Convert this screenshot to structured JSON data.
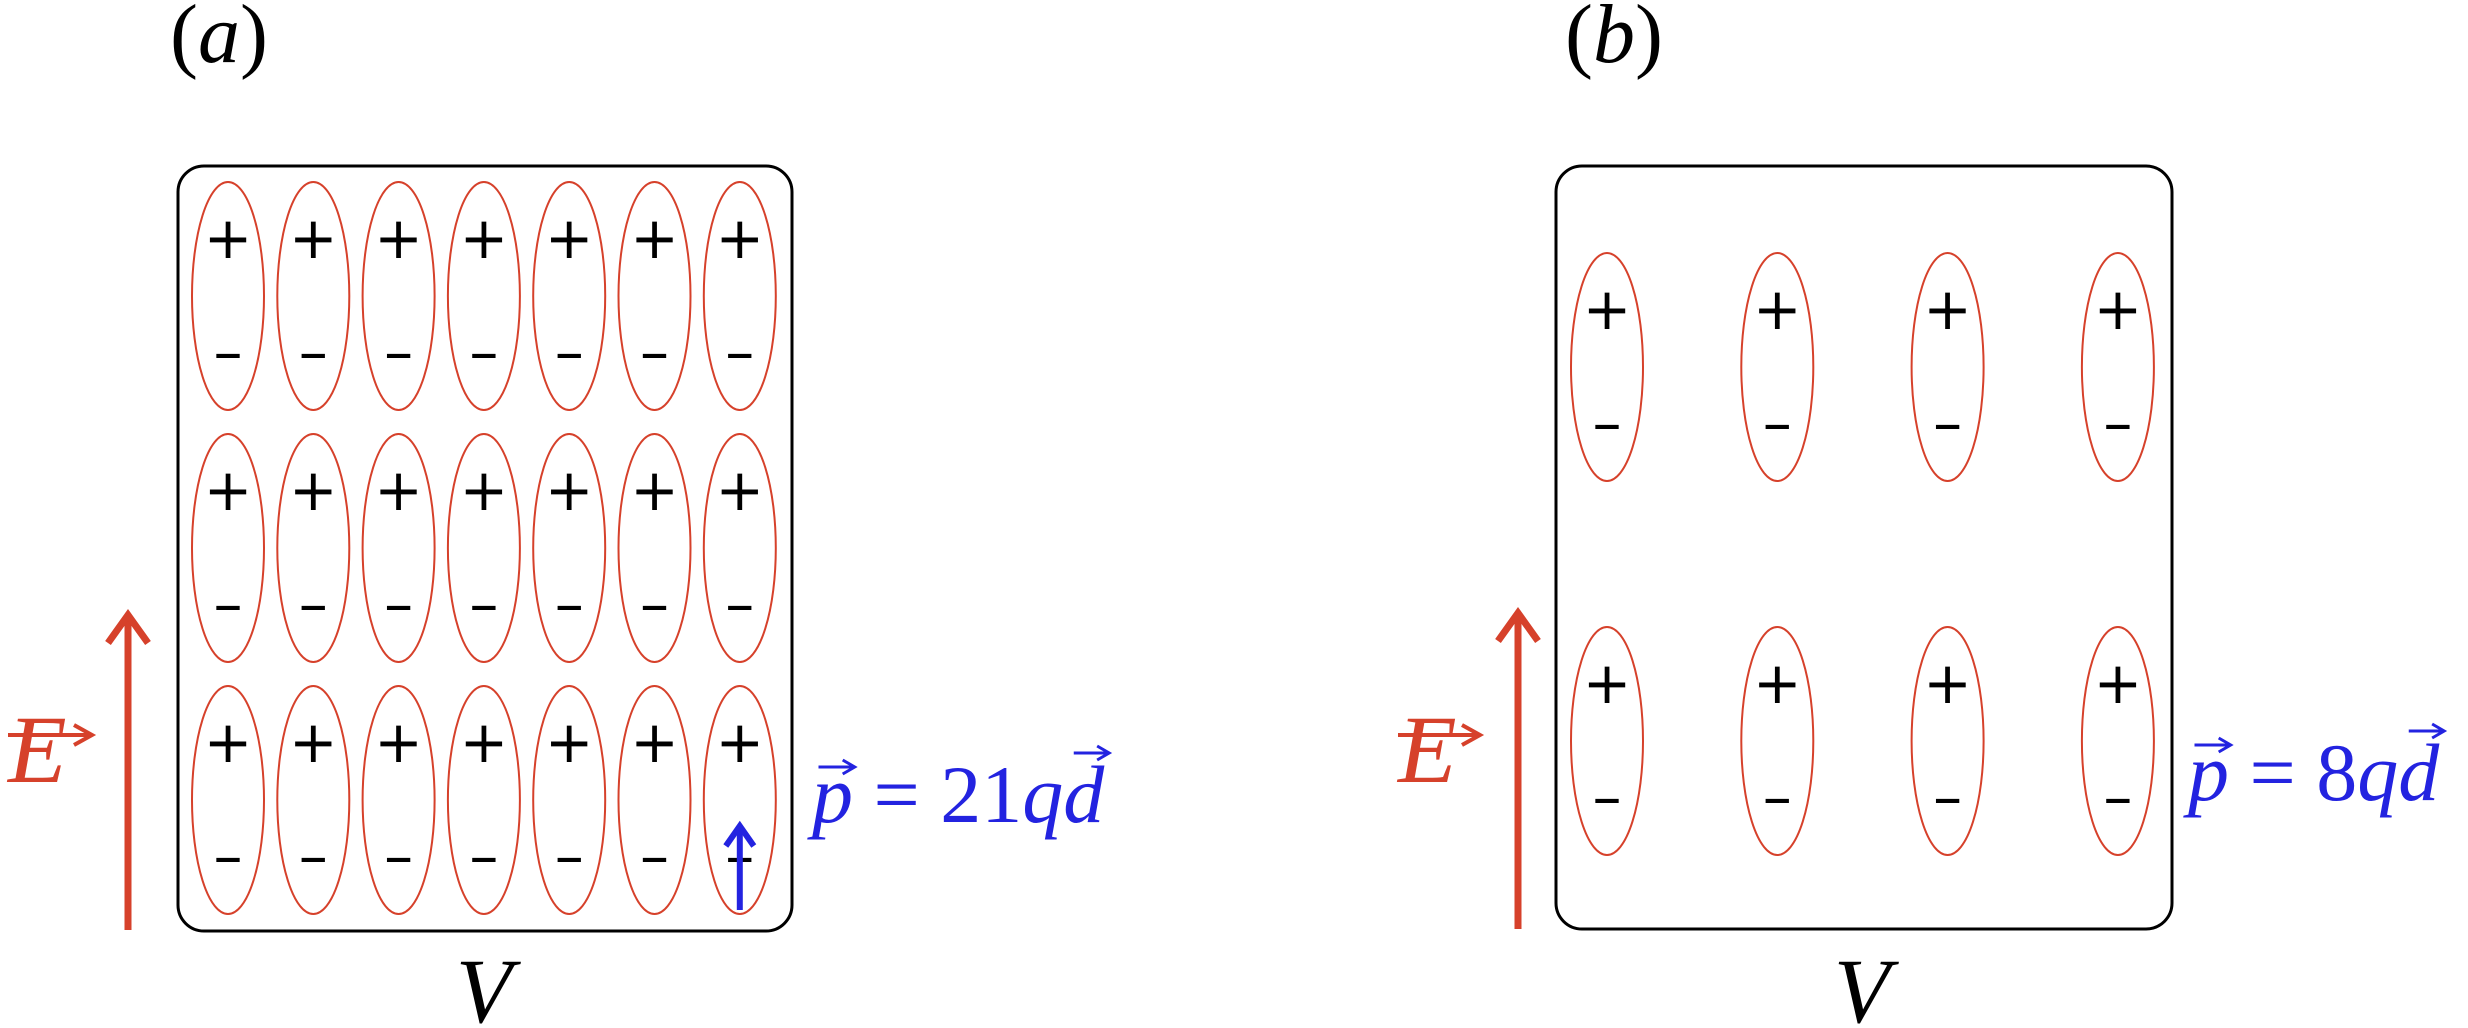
{
  "colors": {
    "field": "#d6412b",
    "dipole_outline": "#d6412b",
    "moment": "#2323e0",
    "ink": "#000000",
    "background": "#ffffff"
  },
  "panels": [
    {
      "id": "a",
      "label": "(a)",
      "label_letter": "a",
      "rows": 3,
      "cols": 7,
      "charge_top": "+",
      "charge_bottom": "–",
      "volume_label": "V",
      "field_label": "E",
      "moment": {
        "p": "p",
        "equals": " = ",
        "coef": "21",
        "q": "q",
        "d": "d"
      },
      "highlight_dipole_moment_arrow": true
    },
    {
      "id": "b",
      "label": "(b)",
      "label_letter": "b",
      "rows": 2,
      "cols": 4,
      "charge_top": "+",
      "charge_bottom": "–",
      "volume_label": "V",
      "field_label": "E",
      "moment": {
        "p": "p",
        "equals": " = ",
        "coef": "8",
        "q": "q",
        "d": "d"
      },
      "highlight_dipole_moment_arrow": false
    }
  ]
}
